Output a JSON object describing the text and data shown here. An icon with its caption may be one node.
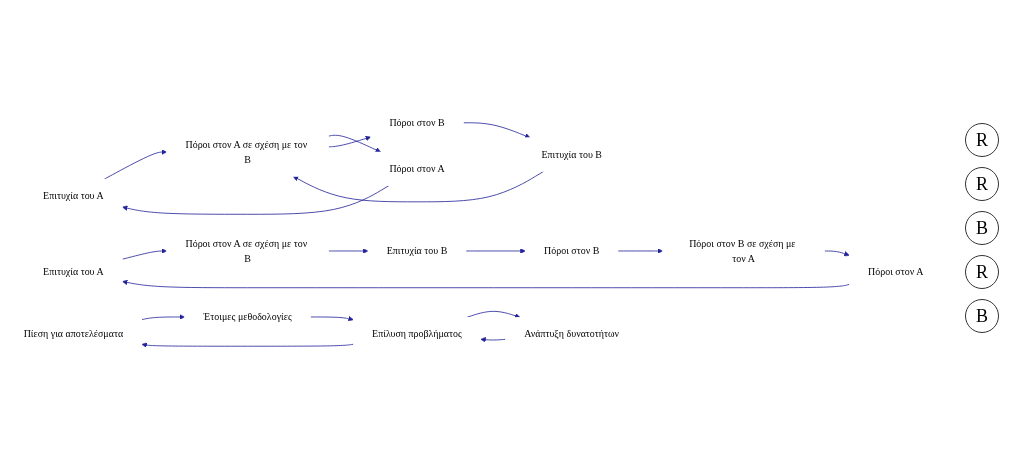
{
  "diagram": {
    "nodes": [
      {
        "text": [
          "Επιτυχία του Α"
        ]
      },
      {
        "text": [
          "Πόροι στον Α"
        ]
      },
      {
        "text": [
          "Πόροι στον Α σε σχέση με τον Β"
        ]
      },
      {
        "text": [
          "Επιτυχία του Β"
        ]
      },
      {
        "text": [
          "Πόροι στον Β"
        ]
      },
      {
        "text": [
          "Επιτυχία του Α"
        ]
      },
      {
        "text": [
          "Πόροι στον Α"
        ]
      },
      {
        "text": [
          "Πόροι στον Α σε σχέση με τον Β"
        ]
      },
      {
        "text": [
          "Πόροι στον Β σε σχέση με τον Α"
        ]
      },
      {
        "text": [
          "Επιτυχία του Β"
        ]
      },
      {
        "text": [
          "Πόροι στον Β"
        ]
      },
      {
        "text": [
          "Πίεση για αποτελέσματα"
        ]
      },
      {
        "text": [
          "Έτοιμες μεθοδολογίες"
        ]
      },
      {
        "text": [
          "Επίλυση προβλήματος"
        ]
      },
      {
        "text": [
          "Ανάπτυξη δυνατοτήτων"
        ]
      }
    ],
    "edges": [
      {
        "from": 1,
        "to": 0,
        "arrow": "to"
      },
      {
        "from": 0,
        "to": 2,
        "arrow": "to"
      },
      {
        "from": 2,
        "to": 1,
        "arrow": "to"
      },
      {
        "from": 2,
        "to": 4,
        "arrow": "to"
      },
      {
        "from": 4,
        "to": 3,
        "arrow": "to"
      },
      {
        "from": 3,
        "to": 2,
        "arrow": "to"
      },
      {
        "from": 6,
        "to": 5,
        "arrow": "to"
      },
      {
        "from": 5,
        "to": 7,
        "arrow": "to"
      },
      {
        "from": 7,
        "to": 9,
        "arrow": "to"
      },
      {
        "from": 9,
        "to": 10,
        "arrow": "to"
      },
      {
        "from": 10,
        "to": 8,
        "arrow": "to"
      },
      {
        "from": 8,
        "to": 6,
        "arrow": "to"
      },
      {
        "from": 11,
        "to": 12,
        "arrow": "to"
      },
      {
        "from": 12,
        "to": 13,
        "arrow": "to"
      },
      {
        "from": 13,
        "to": 11,
        "arrow": "to"
      },
      {
        "from": 13,
        "to": 14,
        "arrow": "to"
      },
      {
        "from": 14,
        "to": 13,
        "arrow": "to"
      }
    ],
    "labels": [
      "R",
      "R",
      "B",
      "R",
      "B"
    ]
  }
}
